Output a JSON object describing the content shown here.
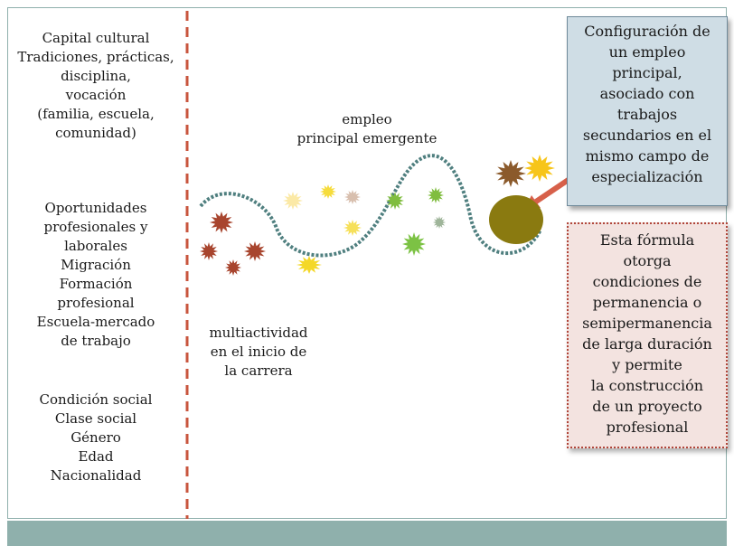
{
  "left_column": {
    "block1": [
      "Capital cultural",
      "Tradiciones, prácticas,",
      "disciplina,",
      "vocación",
      "(familia, escuela,",
      "comunidad)"
    ],
    "block2": [
      "Oportunidades",
      "profesionales y",
      "laborales",
      "Migración",
      "Formación",
      "profesional",
      "Escuela-mercado",
      "de trabajo"
    ],
    "block3": [
      "Condición social",
      "Clase social",
      "Género",
      "Edad",
      "Nacionalidad"
    ]
  },
  "labels": {
    "empleo": [
      "empleo",
      "principal emergente"
    ],
    "multiactividad": [
      "multiactividad",
      "en el inicio de",
      "la carrera"
    ]
  },
  "boxes": {
    "configuracion": [
      "Configuración de",
      "un empleo",
      "principal,",
      "asociado con",
      "trabajos",
      "secundarios en el",
      "mismo campo de",
      "especialización"
    ],
    "formula": [
      "Esta fórmula otorga",
      "condiciones de",
      "permanencia o",
      "semipermanencia",
      "de larga duración",
      "y permite",
      "la construcción",
      "de un proyecto",
      "profesional"
    ]
  },
  "colors": {
    "divider": "#c8553d",
    "path": "#4f7f7f",
    "arrow": "#d7604a",
    "circle": "#8a7a10",
    "footer": "#8fb0ac"
  }
}
